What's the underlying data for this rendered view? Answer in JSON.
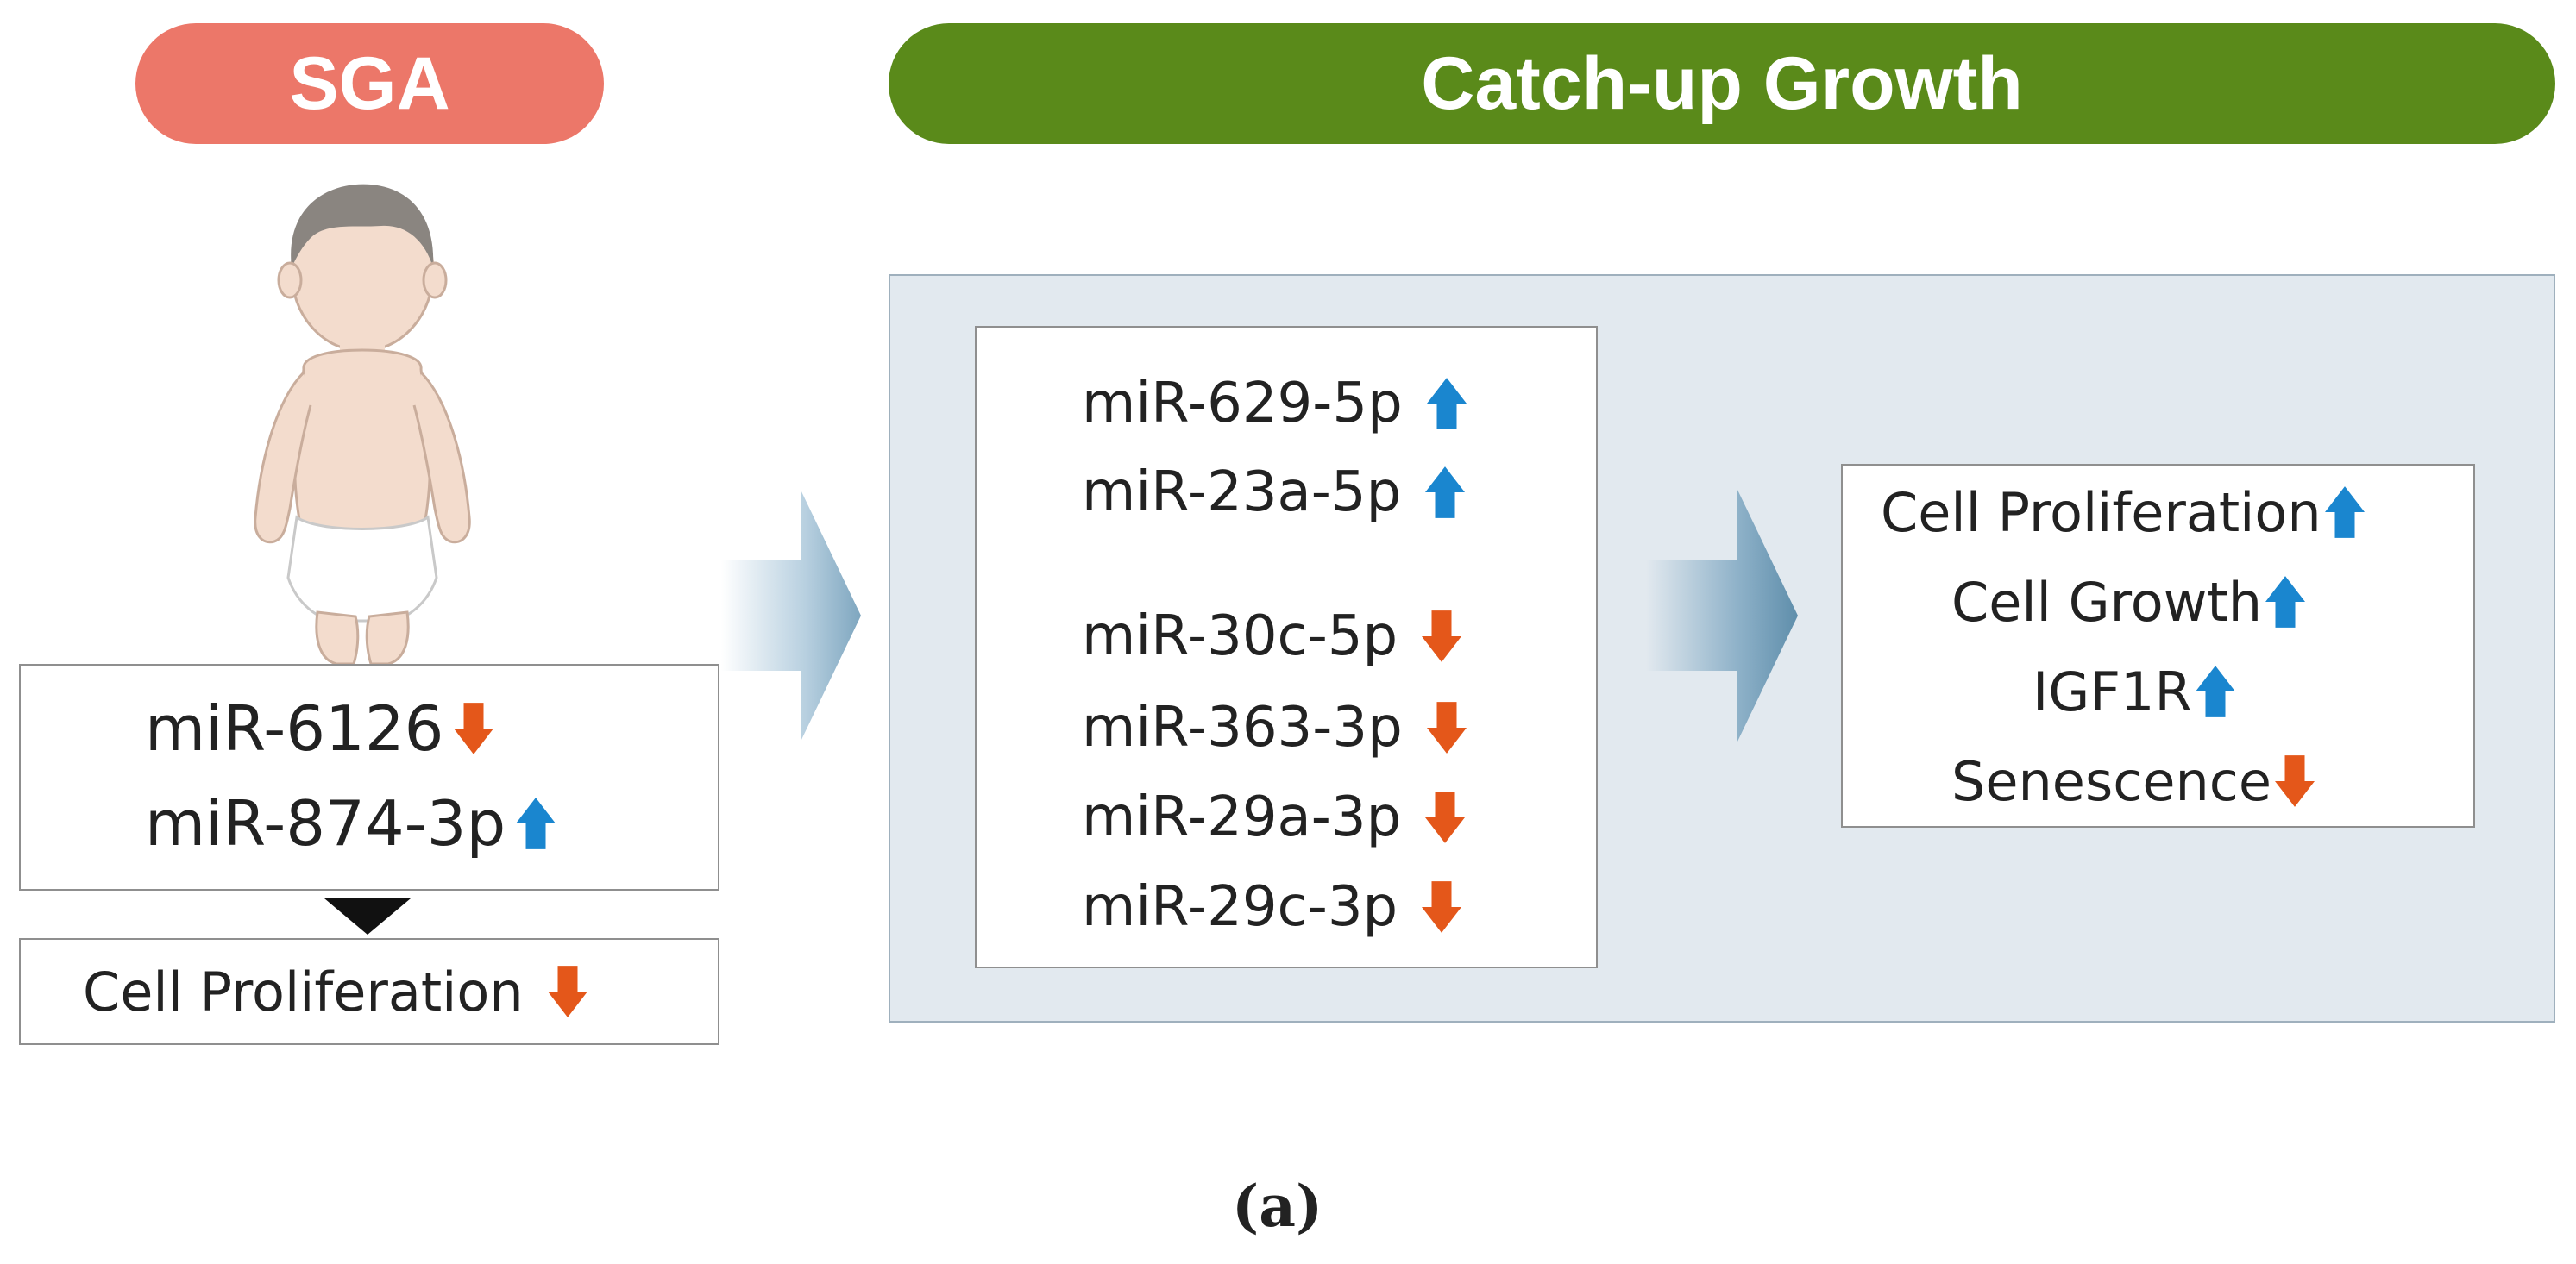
{
  "headers": {
    "sga": "SGA",
    "catch_up": "Catch-up Growth"
  },
  "sga_mirnas": [
    {
      "label": "miR-6126",
      "trend": "down"
    },
    {
      "label": "miR-874-3p",
      "trend": "up"
    }
  ],
  "sga_outcome": {
    "label": "Cell Proliferation",
    "trend": "down"
  },
  "catchup_mirnas": [
    {
      "label": "miR-629-5p",
      "trend": "up"
    },
    {
      "label": "miR-23a-5p",
      "trend": "up"
    },
    {
      "label": "miR-30c-5p",
      "trend": "down"
    },
    {
      "label": "miR-363-3p",
      "trend": "down"
    },
    {
      "label": "miR-29a-3p",
      "trend": "down"
    },
    {
      "label": "miR-29c-3p",
      "trend": "down"
    }
  ],
  "catchup_outcomes": [
    {
      "label": "Cell Proliferation",
      "trend": "up"
    },
    {
      "label": "Cell Growth",
      "trend": "up"
    },
    {
      "label": "IGF1R",
      "trend": "up"
    },
    {
      "label": "Senescence",
      "trend": "down"
    }
  ],
  "caption": "(a)",
  "colors": {
    "sga_header": "#ec7769",
    "catch_up_header": "#5a8a1a",
    "panel_bg": "#e2e9ef",
    "up_arrow": "#1a86cf",
    "down_arrow": "#e4571a"
  },
  "icons": {
    "up": "arrow-up-icon",
    "down": "arrow-down-icon",
    "flow": "flow-arrow-icon",
    "connector": "triangle-down-icon",
    "illustration": "baby-icon"
  }
}
